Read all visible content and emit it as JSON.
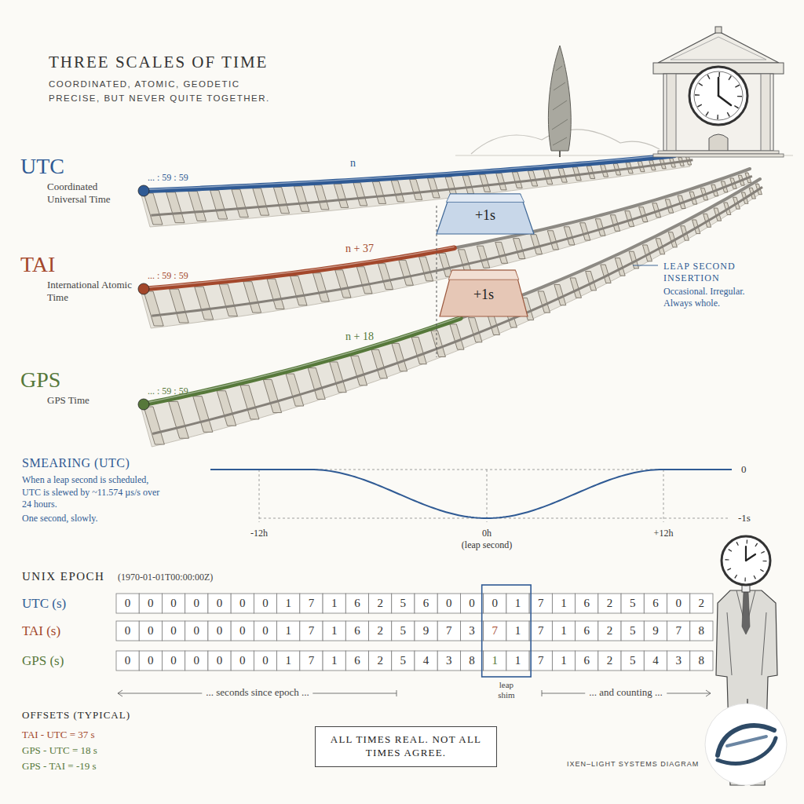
{
  "diagram": {
    "title": "THREE SCALES OF TIME",
    "nodes": [
      {
        "text": [
          "+1s"
        ]
      },
      {
        "text": [
          "+1s"
        ]
      },
      {
        "text": [
          "ALL TIMES REAL. NOT ALL TIMES AGREE."
        ]
      }
    ],
    "labels": [
      "COORDINATED, ATOMIC, GEODETIC",
      "PRECISE, BUT NEVER QUITE TOGETHER.",
      "UTC",
      "Coordinated Universal Time",
      "... : 59 : 59",
      "n",
      "TAI",
      "International Atomic Time",
      "... : 59 : 59",
      "n + 37",
      "GPS",
      "GPS Time",
      "... : 59 : 59",
      "n + 18",
      "LEAP SECOND INSERTION",
      "Occasional. Irregular. Always whole.",
      "SMEARING (UTC)",
      "When a leap second is scheduled, UTC is slewed by ~11.574 µs/s over 24 hours.",
      "One second, slowly.",
      "0",
      "-1s",
      "-12h",
      "0h",
      "(leap second)",
      "+12h",
      "UNIX EPOCH",
      "(1970-01-01T00:00:00Z)",
      "UTC (s)",
      "0",
      "0",
      "0",
      "0",
      "0",
      "0",
      "0",
      "1",
      "7",
      "1",
      "6",
      "2",
      "5",
      "6",
      "0",
      "0",
      "0",
      "1",
      "7",
      "1",
      "6",
      "2",
      "5",
      "6",
      "0",
      "2",
      "TAI (s)",
      "0",
      "0",
      "0",
      "0",
      "0",
      "0",
      "0",
      "1",
      "7",
      "1",
      "6",
      "2",
      "5",
      "9",
      "7",
      "3",
      "7",
      "1",
      "7",
      "1",
      "6",
      "2",
      "5",
      "9",
      "7",
      "8",
      "GPS (s)",
      "0",
      "0",
      "0",
      "0",
      "0",
      "0",
      "0",
      "1",
      "7",
      "1",
      "6",
      "2",
      "5",
      "4",
      "3",
      "8",
      "1",
      "1",
      "7",
      "1",
      "6",
      "2",
      "5",
      "4",
      "3",
      "8",
      "... seconds since epoch ...",
      "leap shim",
      "... and counting ...",
      "OFFSETS (TYPICAL)",
      "TAI - UTC = 37 s",
      "GPS - UTC = 18 s",
      "GPS - TAI = -19 s",
      "IXEN–LIGHT SYSTEMS DIAGRAM"
    ]
  }
}
